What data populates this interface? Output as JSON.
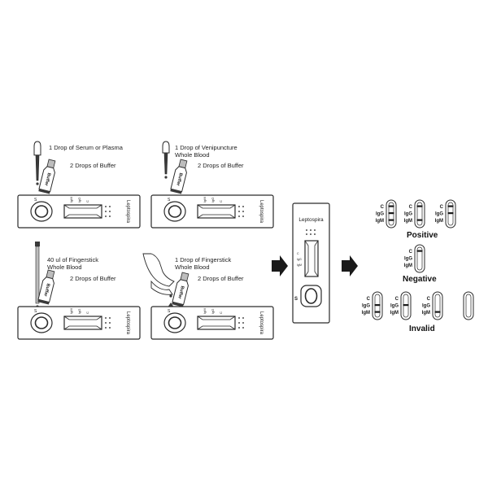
{
  "panels": {
    "serum": {
      "drop_text": "1 Drop of Serum or Plasma",
      "buffer_text": "2 Drops of Buffer",
      "bottle_label": "Buffer",
      "cassette_brand": "Leptospira",
      "cassette_codes": [
        "IgM",
        "IgG",
        "C"
      ]
    },
    "venipuncture": {
      "drop_text_1": "1 Drop of Venipuncture",
      "drop_text_2": "Whole Blood",
      "buffer_text": "2 Drops of Buffer",
      "bottle_label": "Buffer",
      "cassette_brand": "Leptospira",
      "cassette_codes": [
        "IgM",
        "IgG",
        "C"
      ]
    },
    "finger_tube": {
      "drop_text_1": "40 ul of Fingerstick",
      "drop_text_2": "Whole Blood",
      "buffer_text": "2 Drops of Buffer",
      "bottle_label": "Buffer",
      "cassette_brand": "Leptospira",
      "cassette_codes": [
        "IgM",
        "IgG",
        "C"
      ]
    },
    "finger_direct": {
      "drop_text_1": "1 Drop of Fingerstick",
      "drop_text_2": "Whole Blood",
      "buffer_text": "2 Drops of Buffer",
      "bottle_label": "Buffer",
      "cassette_brand": "Leptospira",
      "cassette_codes": [
        "IgM",
        "IgG",
        "C"
      ]
    }
  },
  "center_cassette": {
    "brand": "Leptospira",
    "line_labels": [
      "C",
      "IgG",
      "IgM"
    ],
    "sample_label": "S"
  },
  "results": {
    "line_labels": [
      "C",
      "IgG",
      "IgM"
    ],
    "positive_label": "Positive",
    "negative_label": "Negative",
    "invalid_label": "Invalid",
    "positive": [
      {
        "C": true,
        "IgG": true,
        "IgM": true
      },
      {
        "C": true,
        "IgG": false,
        "IgM": true
      },
      {
        "C": true,
        "IgG": true,
        "IgM": false
      }
    ],
    "negative": [
      {
        "C": true,
        "IgG": false,
        "IgM": false
      }
    ],
    "invalid": [
      {
        "C": false,
        "IgG": true,
        "IgM": true
      },
      {
        "C": false,
        "IgG": true,
        "IgM": false
      },
      {
        "C": false,
        "IgG": false,
        "IgM": true
      },
      {
        "C": false,
        "IgG": false,
        "IgM": false
      }
    ]
  },
  "colors": {
    "line": "#1a1a1a",
    "frame": "#2a2a2a",
    "fill": "#ffffff",
    "shade": "#bdbdbd",
    "dark": "#3a3a3a"
  }
}
